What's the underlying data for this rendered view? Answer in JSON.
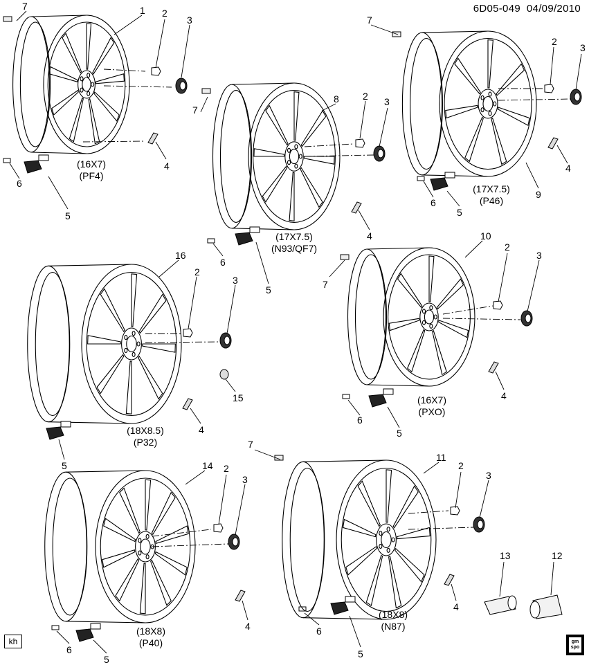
{
  "header": {
    "diagram_id": "6D05-049",
    "date": "04/09/2010"
  },
  "footer": {
    "badge": "kh",
    "logo": "gm-spo-logo",
    "logo_text_top": "gm",
    "logo_text_bottom": "spo"
  },
  "wheels": [
    {
      "id": "w1",
      "callout": "1",
      "size": "(16X7)",
      "code": "(PF4)",
      "spokes": 9
    },
    {
      "id": "w8",
      "callout": "8",
      "size": "(17X7.5)",
      "code": "(N93/QF7)",
      "spokes": 8
    },
    {
      "id": "w9",
      "callout": "9",
      "size": "(17X7.5)",
      "code": "(P46)",
      "spokes": 7
    },
    {
      "id": "w16",
      "callout": "16",
      "size": "(18X8.5)",
      "code": "(P32)",
      "spokes": 8
    },
    {
      "id": "w10",
      "callout": "10",
      "size": "(16X7)",
      "code": "(PXO)",
      "spokes": 7
    },
    {
      "id": "w14",
      "callout": "14",
      "size": "(18X8)",
      "code": "(P40)",
      "spokes": 10
    },
    {
      "id": "w11",
      "callout": "11",
      "size": "(18X8)",
      "code": "(N87)",
      "spokes": 9
    }
  ],
  "parts": {
    "lug_nut": "2",
    "center_cap": "3",
    "weight": "4",
    "tpms_sensor": "5",
    "valve_core": "6",
    "valve_stem": "7",
    "lock_key": "13",
    "lock_nut": "12",
    "insert": "15"
  }
}
